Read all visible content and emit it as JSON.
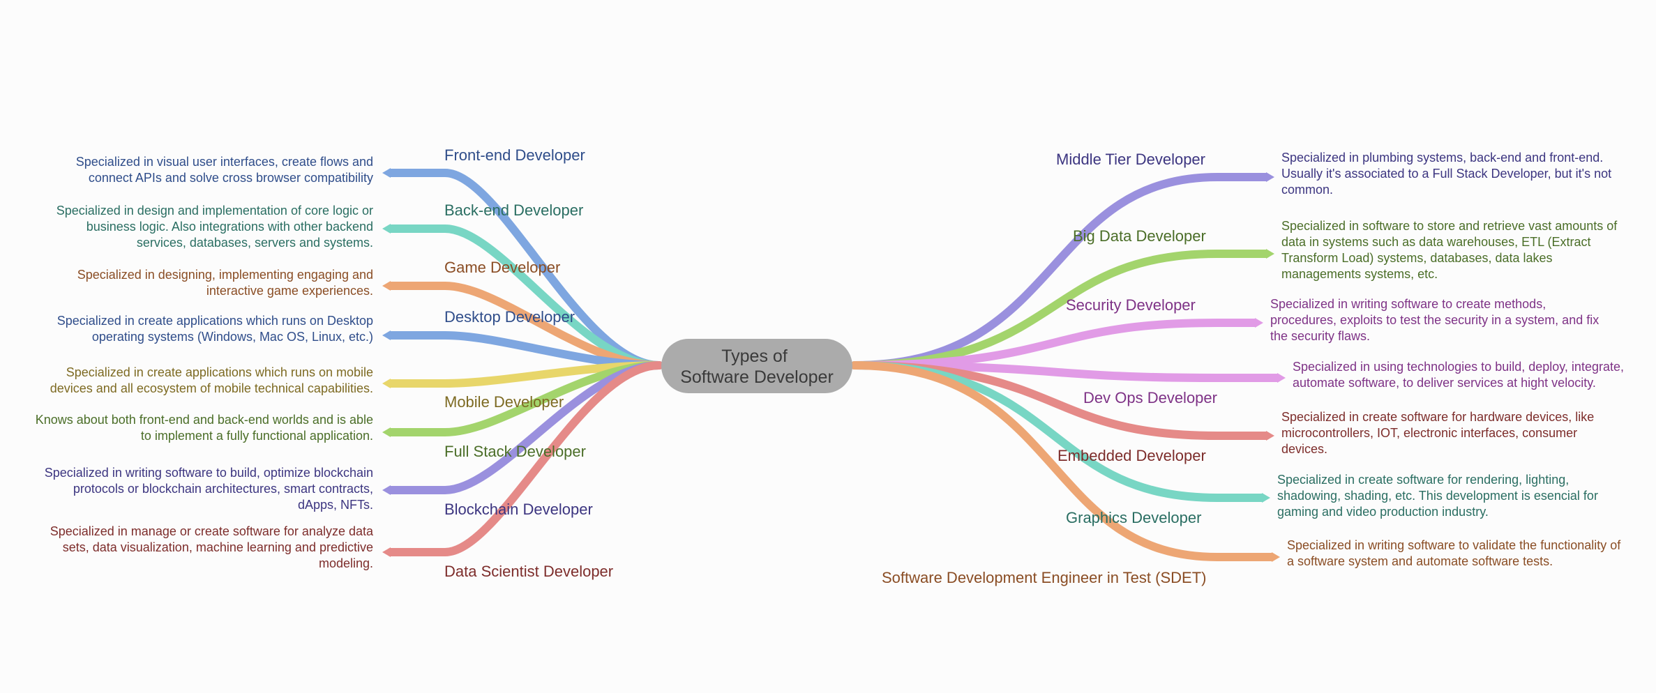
{
  "center": {
    "lines": [
      "Types of",
      "Software Developer"
    ]
  },
  "colors": {
    "center_bubble": "#ababab",
    "blue": "#7ea6e0",
    "teal": "#78d6c4",
    "orange": "#eda674",
    "yellow": "#e8d66a",
    "green": "#a3d46c",
    "purple": "#9a90de",
    "red": "#e58a88",
    "pink": "#e19be6"
  },
  "left_branches": [
    {
      "id": "frontend",
      "label": "Front-end Developer",
      "color": "#7ea6e0",
      "text_color": "#2f4d8a",
      "description": [
        "Specialized in visual user interfaces, create flows and",
        "connect APIs and solve cross browser compatibility"
      ]
    },
    {
      "id": "backend",
      "label": "Back-end Developer",
      "color": "#78d6c4",
      "text_color": "#2a6e62",
      "description": [
        "Specialized in design and implementation of core logic or",
        "business logic. Also integrations with other backend",
        "services, databases, servers and systems."
      ]
    },
    {
      "id": "game",
      "label": "Game Developer",
      "color": "#eda674",
      "text_color": "#8a4d24",
      "description": [
        "Specialized in designing, implementing engaging and",
        "interactive game experiences."
      ]
    },
    {
      "id": "desktop",
      "label": "Desktop Developer",
      "color": "#7ea6e0",
      "text_color": "#2f4d8a",
      "description": [
        "Specialized in create applications which runs on Desktop",
        "operating systems (Windows, Mac OS, Linux, etc.)"
      ]
    },
    {
      "id": "mobile",
      "label": "Mobile Developer",
      "color": "#e8d66a",
      "text_color": "#7d6a22",
      "description": [
        "Specialized in create applications which runs on mobile",
        "devices and all ecosystem of mobile technical capabilities."
      ]
    },
    {
      "id": "fullstack",
      "label": "Full Stack Developer",
      "color": "#a3d46c",
      "text_color": "#4b6e28",
      "description": [
        "Knows about both front-end and back-end worlds and is able",
        "to implement a fully functional application."
      ]
    },
    {
      "id": "blockchain",
      "label": "Blockchain Developer",
      "color": "#9a90de",
      "text_color": "#3c3580",
      "description": [
        "Specialized in writing software to build, optimize blockchain",
        "protocols or blockchain architectures, smart contracts,",
        "dApps, NFTs."
      ]
    },
    {
      "id": "datascience",
      "label": "Data Scientist Developer",
      "color": "#e58a88",
      "text_color": "#7d2d2b",
      "description": [
        "Specialized in manage or create software for analyze data",
        "sets, data visualization, machine learning and predictive",
        "modeling."
      ]
    }
  ],
  "right_branches": [
    {
      "id": "middletier",
      "label": "Middle Tier Developer",
      "color": "#9a90de",
      "text_color": "#3c3580",
      "description": [
        "Specialized in plumbing systems, back-end and front-end.",
        "Usually it's associated to a Full Stack Developer, but it's not",
        "common."
      ]
    },
    {
      "id": "bigdata",
      "label": "Big Data Developer",
      "color": "#a3d46c",
      "text_color": "#4b6e28",
      "description": [
        "Specialized in software to store and retrieve vast amounts of",
        "data in systems such as data warehouses, ETL (Extract",
        "Transform Load) systems, databases, data lakes",
        "managements systems, etc."
      ]
    },
    {
      "id": "security",
      "label": "Security Developer",
      "color": "#e19be6",
      "text_color": "#7e3286",
      "description": [
        "Specialized in writing software to create methods,",
        "procedures, exploits to test the security in a system, and fix",
        "the security flaws."
      ]
    },
    {
      "id": "devops",
      "label": "Dev Ops Developer",
      "color": "#e19be6",
      "text_color": "#7e3286",
      "description": [
        "Specialized in using technologies to build, deploy, integrate,",
        "automate software, to deliver services at hight velocity."
      ]
    },
    {
      "id": "embedded",
      "label": "Embedded Developer",
      "color": "#e58a88",
      "text_color": "#7d2d2b",
      "description": [
        "Specialized in create software for hardware devices, like",
        "microcontrollers, IOT, electronic interfaces, consumer",
        "devices."
      ]
    },
    {
      "id": "graphics",
      "label": "Graphics Developer",
      "color": "#78d6c4",
      "text_color": "#2a6e62",
      "description": [
        "Specialized in create software for rendering, lighting,",
        "shadowing, shading, etc. This development is esencial for",
        "gaming and video production industry."
      ]
    },
    {
      "id": "sdet",
      "label": "Software Development Engineer in Test (SDET)",
      "color": "#eda674",
      "text_color": "#8a4d24",
      "description": [
        "Specialized in writing software to validate the functionality of",
        "a software system and automate software tests."
      ]
    }
  ]
}
